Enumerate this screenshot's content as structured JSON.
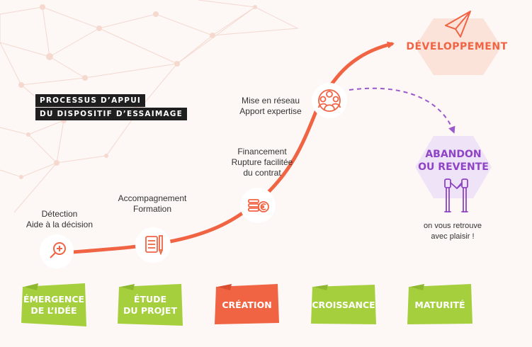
{
  "header": {
    "line1": "PROCESSUS D’APPUI",
    "line2": "DU DISPOSITIF D’ESSAIMAGE"
  },
  "steps": [
    {
      "line1": "Détection",
      "line2": "Aide à la décision",
      "icon": "magnifier-plus-icon"
    },
    {
      "line1": "Accompagnement",
      "line2": "Formation",
      "icon": "notebook-pen-icon"
    },
    {
      "line1": "Financement",
      "line2": "Rupture facilitée",
      "line3": "du contrat",
      "icon": "coins-euro-icon"
    },
    {
      "line1": "Mise en réseau",
      "line2": "Apport expertise",
      "icon": "people-network-icon"
    }
  ],
  "phases": [
    {
      "line1": "ÉMERGENCE",
      "line2": "DE L’IDÉE"
    },
    {
      "line1": "ÉTUDE",
      "line2": "DU PROJET"
    },
    {
      "line1": "CRÉATION"
    },
    {
      "line1": "CROISSANCE"
    },
    {
      "line1": "MATURITÉ"
    }
  ],
  "outcomes": {
    "development": {
      "title": "DÉVELOPPEMENT",
      "icon": "paper-plane-icon"
    },
    "abandon": {
      "line1": "ABANDON",
      "line2": "OU REVENTE",
      "icon": "handshake-icon",
      "note_line1": "on vous retrouve",
      "note_line2": "avec plaisir !"
    }
  },
  "colors": {
    "accent_orange": "#f06444",
    "accent_green": "#a6cf3e",
    "accent_purple": "#8e44c4",
    "hexagon_pink": "#fbe3da",
    "hexagon_purple": "#efe3f8"
  }
}
